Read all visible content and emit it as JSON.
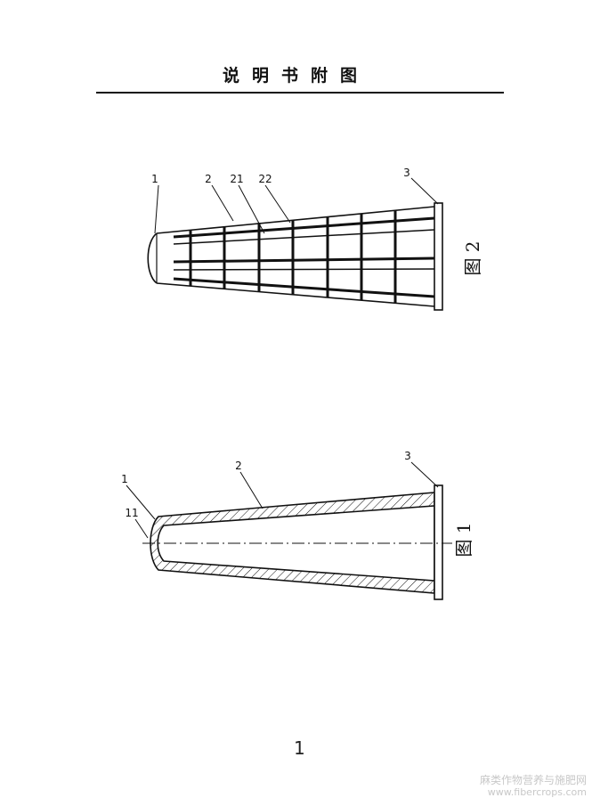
{
  "header": {
    "title": "说明书附图"
  },
  "figure2": {
    "caption": "图 2",
    "labels": {
      "part1": "1",
      "part2": "2",
      "part21": "21",
      "part22": "22",
      "part3": "3"
    }
  },
  "figure1": {
    "caption": "图 1",
    "labels": {
      "part1": "1",
      "part11": "11",
      "part2": "2",
      "part3": "3"
    }
  },
  "page_number": "1",
  "watermark": {
    "line1": "麻类作物营养与施肥网",
    "line2": "www.fibercrops.com"
  }
}
